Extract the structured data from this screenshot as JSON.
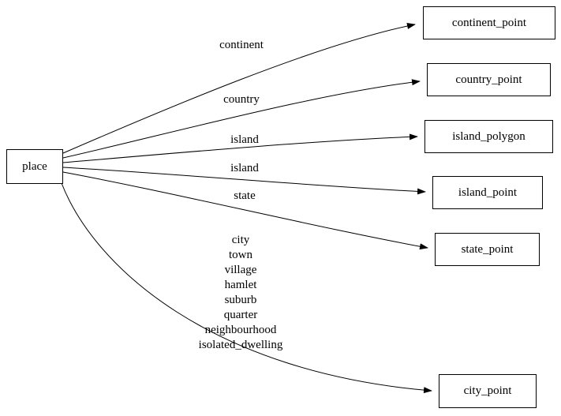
{
  "diagram": {
    "nodes": {
      "place": {
        "label": "place"
      },
      "continent_point": {
        "label": "continent_point"
      },
      "country_point": {
        "label": "country_point"
      },
      "island_polygon": {
        "label": "island_polygon"
      },
      "island_point": {
        "label": "island_point"
      },
      "state_point": {
        "label": "state_point"
      },
      "city_point": {
        "label": "city_point"
      }
    },
    "edges": [
      {
        "from": "place",
        "to": "continent_point",
        "label": "continent"
      },
      {
        "from": "place",
        "to": "country_point",
        "label": "country"
      },
      {
        "from": "place",
        "to": "island_polygon",
        "label": "island"
      },
      {
        "from": "place",
        "to": "island_point",
        "label": "island"
      },
      {
        "from": "place",
        "to": "state_point",
        "label": "state"
      },
      {
        "from": "place",
        "to": "city_point",
        "label": "city\ntown\nvillage\nhamlet\nsuburb\nquarter\nneighbourhood\nisolated_dwelling"
      }
    ]
  }
}
